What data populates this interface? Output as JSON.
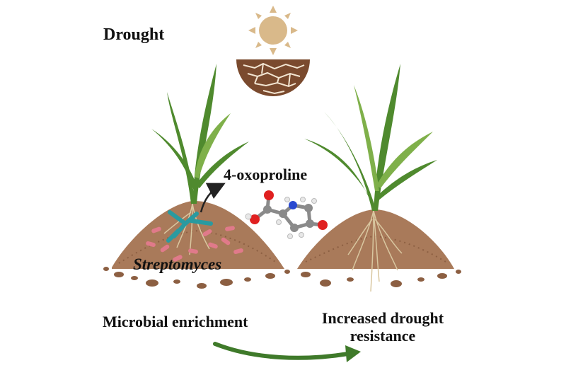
{
  "labels": {
    "condition": "Drought",
    "compound": "4-oxoproline",
    "microbe": "Streptomyces",
    "process": "Microbial enrichment",
    "outcome_line1": "Increased drought",
    "outcome_line2": "resistance"
  },
  "colors": {
    "sun": "#d9b98a",
    "cracked_soil": "#7a4a2e",
    "soil": "#a97a5a",
    "soil_dark": "#8c5f42",
    "leaf": "#4f8a2e",
    "leaf_light": "#7fb04a",
    "roots": "#d9c7a0",
    "hyphae": "#2a9aa0",
    "bacteria": "#e07a8a",
    "arrow_green": "#3f7a2a",
    "arrow_black": "#222222",
    "atom_carbon": "#8a8a8a",
    "atom_oxygen": "#e02020",
    "atom_nitrogen": "#2a4ad0",
    "atom_hydrogen": "#e8e8e8"
  },
  "icons": {
    "sun": "sun-icon",
    "cracked_soil": "cracked-soil-icon",
    "molecule": "molecule-icon"
  }
}
